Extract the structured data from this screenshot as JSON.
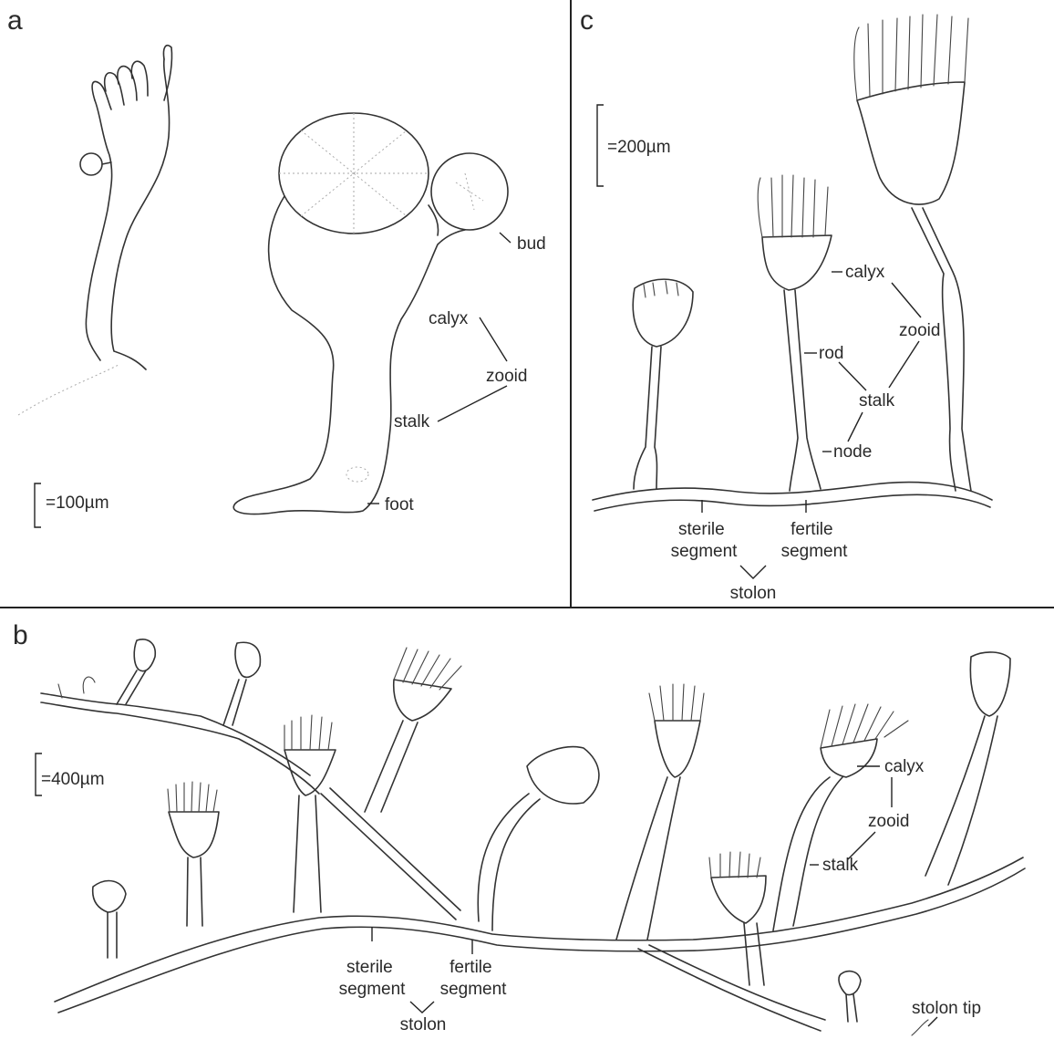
{
  "panels": {
    "a": {
      "letter": "a",
      "labels": {
        "bud": "bud",
        "calyx": "calyx",
        "zooid": "zooid",
        "stalk": "stalk",
        "foot": "foot"
      },
      "scale": "=100µm"
    },
    "b": {
      "letter": "b",
      "labels": {
        "calyx": "calyx",
        "zooid": "zooid",
        "stalk": "stalk",
        "sterile_segment": "sterile\nsegment",
        "fertile_segment": "fertile\nsegment",
        "stolon": "stolon",
        "stolon_tip": "stolon tip"
      },
      "scale": "=400µm"
    },
    "c": {
      "letter": "c",
      "labels": {
        "calyx": "calyx",
        "zooid": "zooid",
        "rod": "rod",
        "stalk": "stalk",
        "node": "node",
        "sterile_segment": "sterile\nsegment",
        "fertile_segment": "fertile\nsegment",
        "stolon": "stolon"
      },
      "scale": "=200µm"
    }
  }
}
